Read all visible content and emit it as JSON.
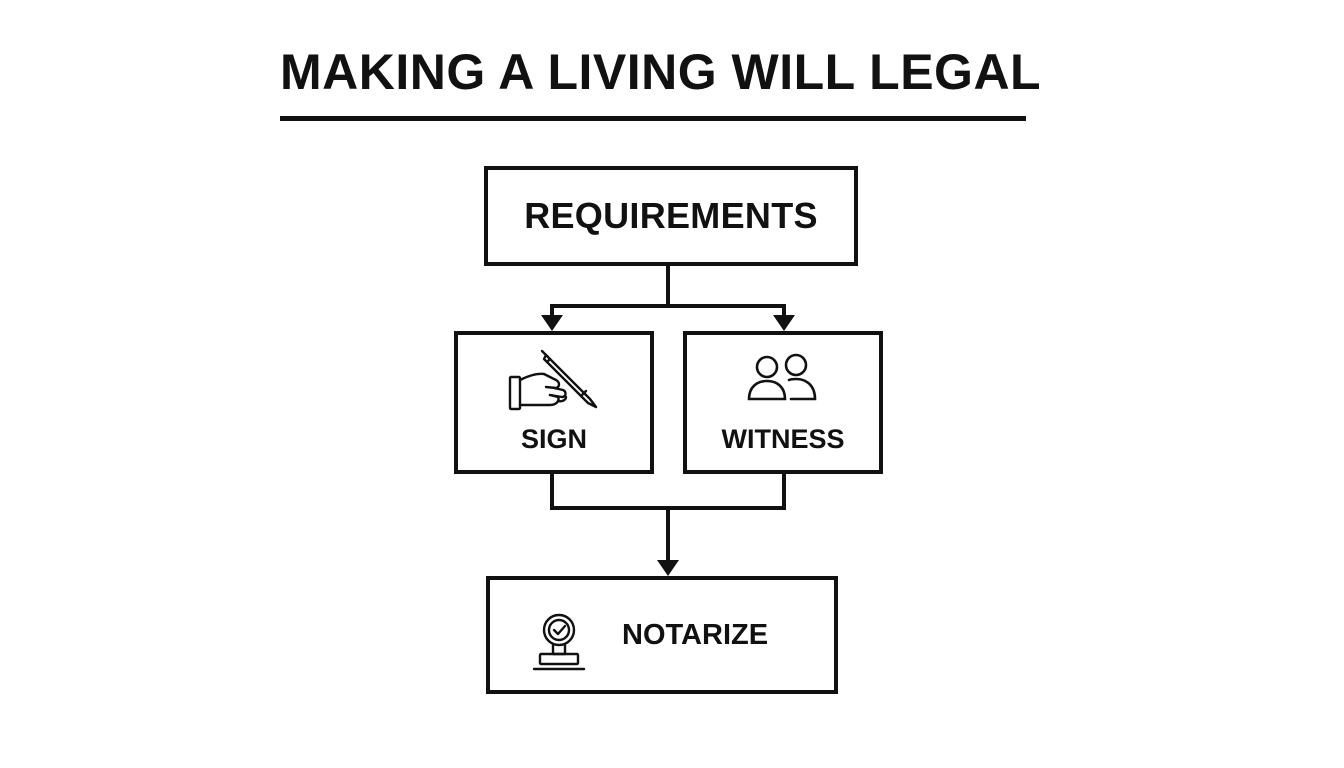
{
  "diagram": {
    "title": "MAKING A LIVING WILL LEGAL",
    "nodes": {
      "requirements": {
        "label": "REQUIREMENTS"
      },
      "sign": {
        "label": "SIGN",
        "icon": "hand-writing-pen-icon"
      },
      "witness": {
        "label": "WITNESS",
        "icon": "two-people-icon"
      },
      "notarize": {
        "label": "NOTARIZE",
        "icon": "stamp-seal-icon"
      }
    },
    "edges": [
      {
        "from": "requirements",
        "to": "sign"
      },
      {
        "from": "requirements",
        "to": "witness"
      },
      {
        "from": "sign",
        "to": "notarize"
      },
      {
        "from": "witness",
        "to": "notarize"
      }
    ],
    "colors": {
      "ink": "#111111",
      "background": "#ffffff"
    }
  }
}
